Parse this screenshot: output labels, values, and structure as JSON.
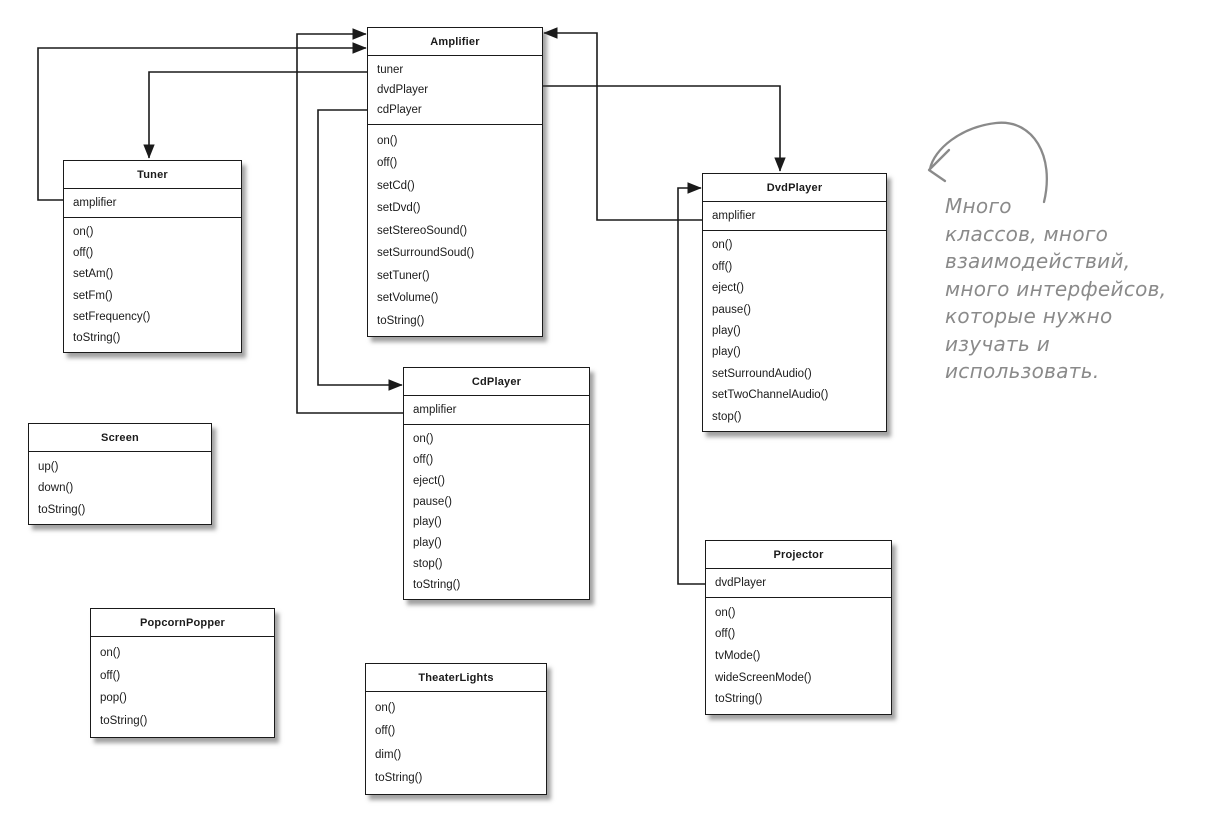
{
  "diagram": {
    "classes": [
      {
        "id": "Amplifier",
        "title": "Amplifier",
        "attributes": [
          "tuner",
          "dvdPlayer",
          "cdPlayer"
        ],
        "methods": [
          "on()",
          "off()",
          "setCd()",
          "setDvd()",
          "setStereoSound()",
          "setSurroundSoud()",
          "setTuner()",
          "setVolume()",
          "toString()"
        ]
      },
      {
        "id": "Tuner",
        "title": "Tuner",
        "attributes": [
          "amplifier"
        ],
        "methods": [
          "on()",
          "off()",
          "setAm()",
          "setFm()",
          "setFrequency()",
          "toString()"
        ]
      },
      {
        "id": "DvdPlayer",
        "title": "DvdPlayer",
        "attributes": [
          "amplifier"
        ],
        "methods": [
          "on()",
          "off()",
          "eject()",
          "pause()",
          "play()",
          "play()",
          "setSurroundAudio()",
          "setTwoChannelAudio()",
          "stop()"
        ]
      },
      {
        "id": "CdPlayer",
        "title": "CdPlayer",
        "attributes": [
          "amplifier"
        ],
        "methods": [
          "on()",
          "off()",
          "eject()",
          "pause()",
          "play()",
          "play()",
          "stop()",
          "toString()"
        ]
      },
      {
        "id": "Screen",
        "title": "Screen",
        "attributes": [],
        "methods": [
          "up()",
          "down()",
          "toString()"
        ]
      },
      {
        "id": "PopcornPopper",
        "title": "PopcornPopper",
        "attributes": [],
        "methods": [
          "on()",
          "off()",
          "pop()",
          "toString()"
        ]
      },
      {
        "id": "TheaterLights",
        "title": "TheaterLights",
        "attributes": [],
        "methods": [
          "on()",
          "off()",
          "dim()",
          "toString()"
        ]
      },
      {
        "id": "Projector",
        "title": "Projector",
        "attributes": [
          "dvdPlayer"
        ],
        "methods": [
          "on()",
          "off()",
          "tvMode()",
          "wideScreenMode()",
          "toString()"
        ]
      }
    ],
    "connections": [
      {
        "from": "Tuner.amplifier",
        "to": "Amplifier"
      },
      {
        "from": "Amplifier.tuner",
        "to": "Tuner"
      },
      {
        "from": "Amplifier.cdPlayer",
        "to": "CdPlayer"
      },
      {
        "from": "CdPlayer.amplifier",
        "to": "Amplifier"
      },
      {
        "from": "Amplifier.dvdPlayer",
        "to": "DvdPlayer"
      },
      {
        "from": "DvdPlayer.amplifier",
        "to": "Amplifier"
      },
      {
        "from": "Projector.dvdPlayer",
        "to": "DvdPlayer"
      }
    ],
    "annotation": {
      "lines": [
        "Много",
        "классов, много",
        "взаимодействий,",
        "много интерфейсов,",
        "которые нужно",
        "изучать и",
        "использовать."
      ]
    },
    "colors": {
      "line": "#1a1a1a",
      "box_border": "#1a1a1a",
      "text": "#1a1a1a",
      "annotation": "#8a8a8a",
      "background": "#ffffff"
    }
  }
}
